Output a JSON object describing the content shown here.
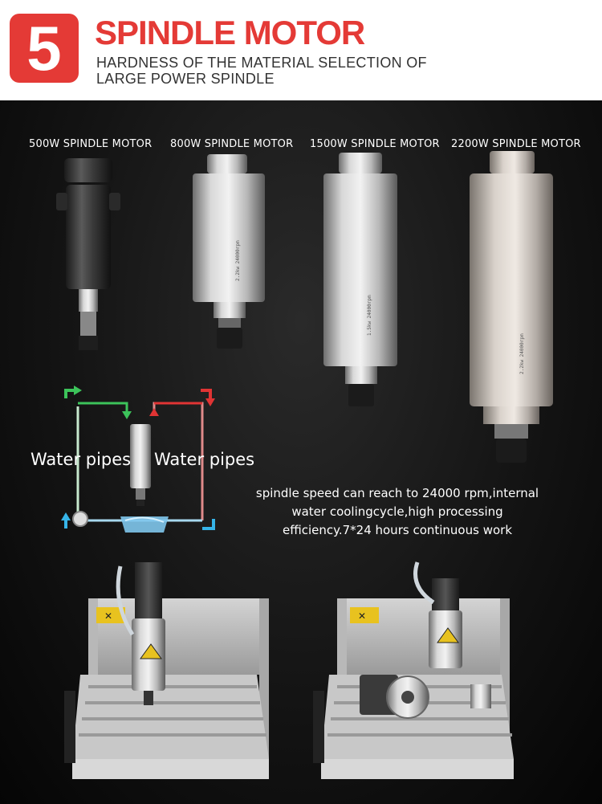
{
  "header": {
    "badge_number": "5",
    "title": "SPINDLE MOTOR",
    "subtitle_line1": "HARDNESS OF THE MATERIAL SELECTION OF",
    "subtitle_line2": "LARGE POWER SPINDLE"
  },
  "motors": [
    {
      "label": "500W SPINDLE MOTOR"
    },
    {
      "label": "800W SPINDLE MOTOR"
    },
    {
      "label": "1500W SPINDLE MOTOR"
    },
    {
      "label": "2200W SPINDLE MOTOR"
    }
  ],
  "cooling": {
    "left_label": "Water pipes",
    "right_label": "Water pipes"
  },
  "description": {
    "line1": "spindle speed can reach to 24000 rpm,internal",
    "line2": "water coolingcycle,high processing",
    "line3": "efficiency.7*24 hours continuous work"
  },
  "colors": {
    "accent": "#e43a36",
    "pipe_green": "#3cc35a",
    "pipe_red": "#e03434",
    "pipe_blue": "#36b4e8"
  }
}
